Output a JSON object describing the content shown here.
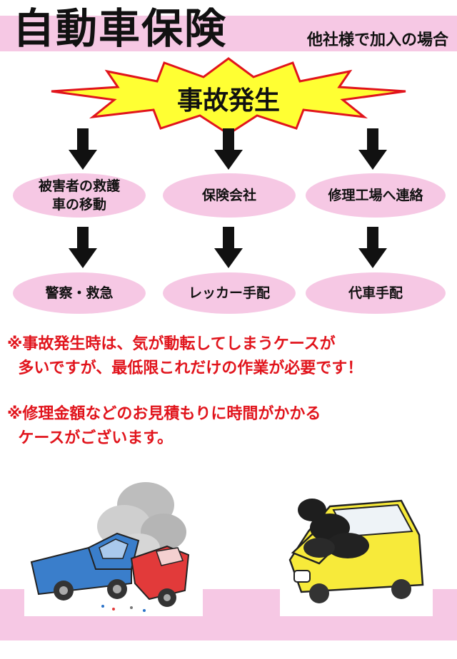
{
  "header": {
    "title": "自動車保険",
    "subtitle": "他社様で加入の場合"
  },
  "burst": {
    "label": "事故発生"
  },
  "flow": {
    "left": {
      "first": [
        "被害者の救護",
        "車の移動"
      ],
      "second": "警察・救急"
    },
    "center": {
      "first": "保険会社",
      "second": "レッカー手配"
    },
    "right": {
      "first": "修理工場へ連絡",
      "second": "代車手配"
    }
  },
  "notes": [
    {
      "line1": "※事故発生時は、気が動転してしまうケースが",
      "line2": "  多いですが、最低限これだけの作業が必要です！"
    },
    {
      "line1": "※修理金額などのお見積もりに時間がかかる",
      "line2": "  ケースがございます。"
    }
  ],
  "colors": {
    "pink": "#f6c8e4",
    "burst": "#ffff33",
    "burst_outline": "#e1141c",
    "note_red": "#e1141c"
  },
  "illustrations": [
    "car-crash-illustration",
    "broken-down-car-illustration"
  ]
}
